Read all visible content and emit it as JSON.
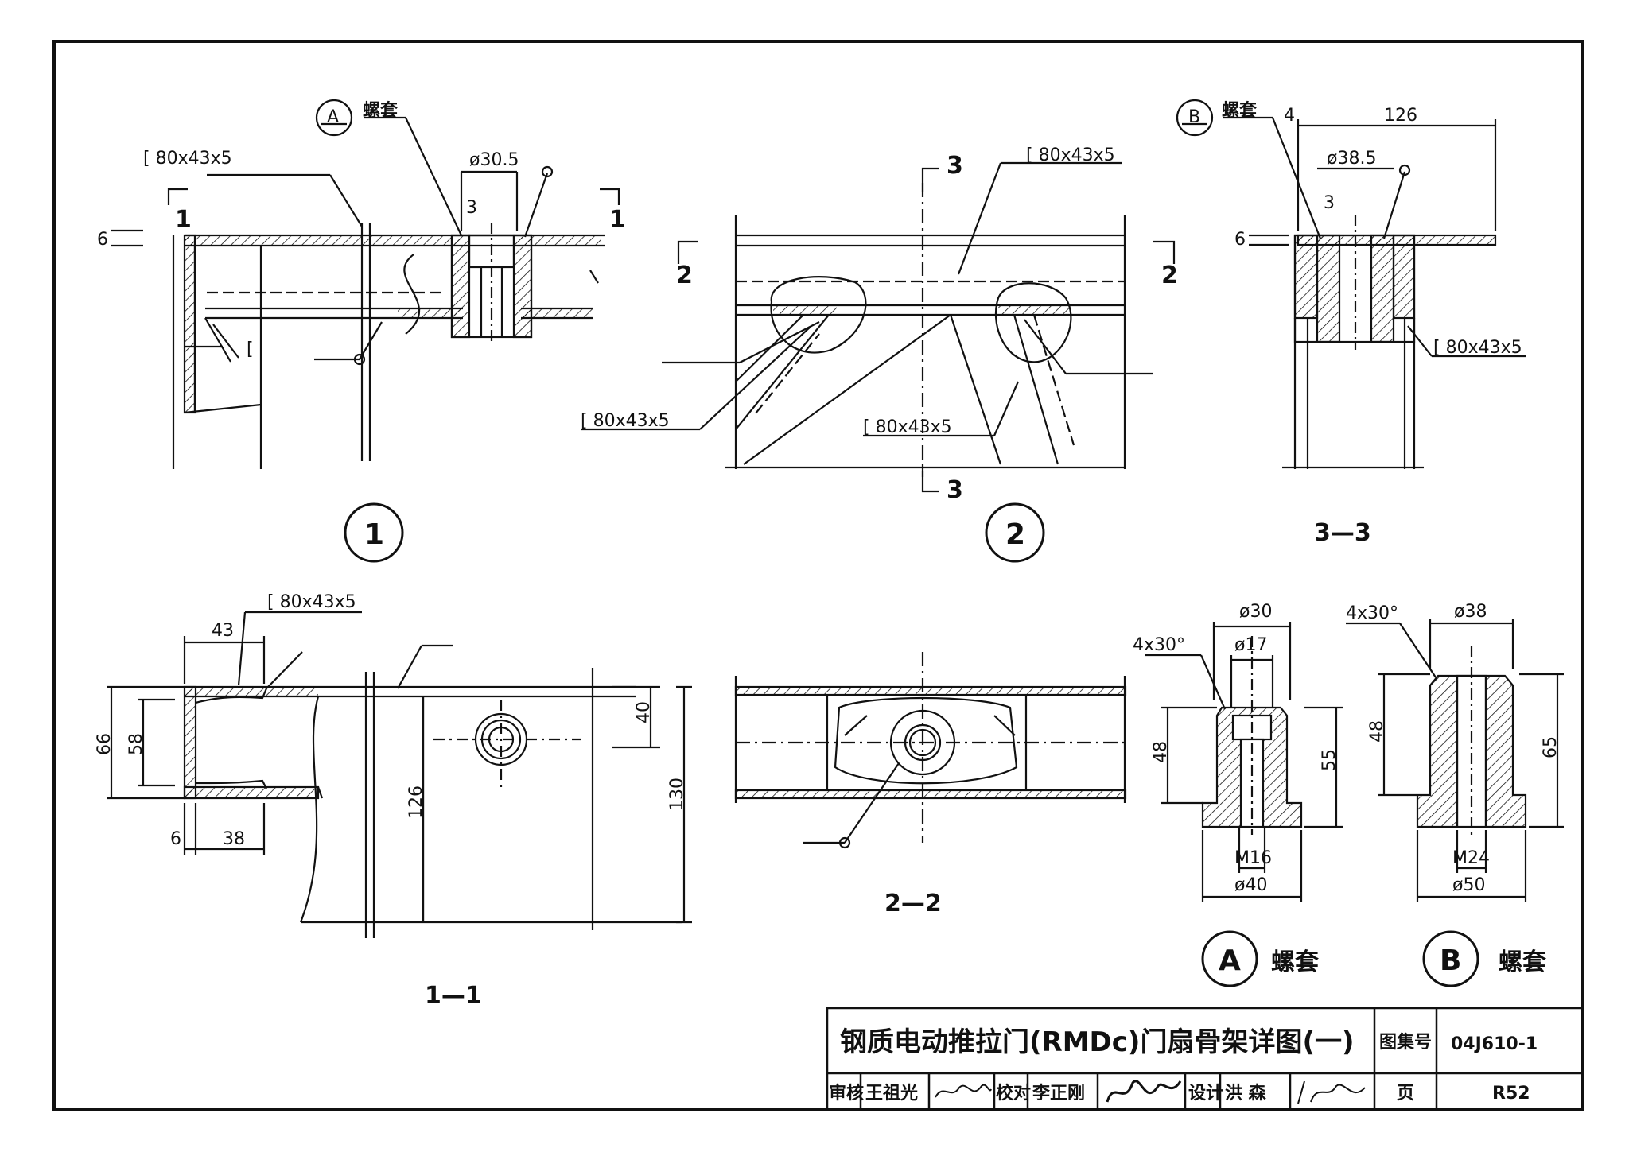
{
  "labels": {
    "channel": "[ 80x43x5",
    "channel_short": "[",
    "sleeve": "螺套",
    "bubble_a": "A",
    "bubble_b": "B",
    "cut_1": "1",
    "cut_2": "2",
    "cut_3": "3"
  },
  "dims": {
    "d1_phi": "ø30.5",
    "d1_weld": "3",
    "d1_t": "6",
    "d33_126": "126",
    "d33_4": "4",
    "d33_phi": "ø38.5",
    "d33_weld": "3",
    "d33_t": "6",
    "s11_43": "43",
    "s11_66": "66",
    "s11_58": "58",
    "s11_6": "6",
    "s11_38": "38",
    "s11_126": "126",
    "s11_40": "40",
    "s11_130": "130",
    "a_phi30": "ø30",
    "a_phi17": "ø17",
    "a_chamfer": "4x30°",
    "a_48": "48",
    "a_55": "55",
    "a_m16": "M16",
    "a_phi40": "ø40",
    "b_chamfer": "4x30°",
    "b_phi38": "ø38",
    "b_48": "48",
    "b_65": "65",
    "b_m24": "M24",
    "b_phi50": "ø50"
  },
  "captions": {
    "detail1": "1",
    "detail2": "2",
    "sec33": "3—3",
    "sec11": "1—1",
    "sec22": "2—2",
    "detA_letter": "A",
    "detA_text": "螺套",
    "detB_letter": "B",
    "detB_text": "螺套"
  },
  "title_block": {
    "title": "钢质电动推拉门(RMDc)门扇骨架详图(一)",
    "atlas_label": "图集号",
    "atlas_no": "04J610-1",
    "review_label": "审核",
    "reviewer": "王祖光",
    "check_label": "校对",
    "checker": "李正刚",
    "design_label": "设计",
    "designer": "洪  森",
    "page_label": "页",
    "page_no": "R52"
  }
}
